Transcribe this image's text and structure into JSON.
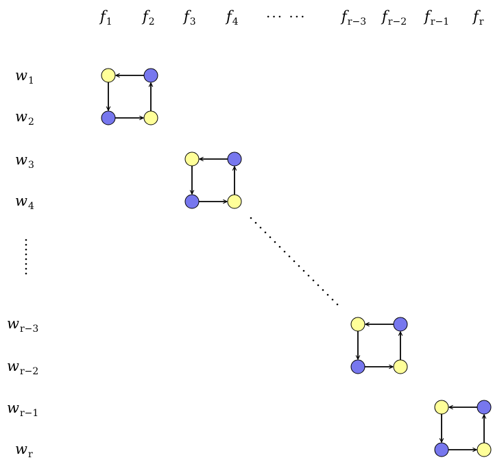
{
  "colors": {
    "yellow": "#ffff99",
    "blue": "#7777ee",
    "stroke": "#000000"
  },
  "columns": [
    {
      "base": "f",
      "sub": "1"
    },
    {
      "base": "f",
      "sub": "2"
    },
    {
      "base": "f",
      "sub": "3"
    },
    {
      "base": "f",
      "sub": "4"
    },
    {
      "base": "f",
      "sub": "r−3"
    },
    {
      "base": "f",
      "sub": "r−2"
    },
    {
      "base": "f",
      "sub": "r−1"
    },
    {
      "base": "f",
      "sub": "r"
    }
  ],
  "column_ellipsis": "··· ···",
  "rows": [
    {
      "base": "w",
      "sub": "1"
    },
    {
      "base": "w",
      "sub": "2"
    },
    {
      "base": "w",
      "sub": "3"
    },
    {
      "base": "w",
      "sub": "4"
    },
    {
      "base": "w",
      "sub": "r−3"
    },
    {
      "base": "w",
      "sub": "r−2"
    },
    {
      "base": "w",
      "sub": "r−1"
    },
    {
      "base": "w",
      "sub": "r"
    }
  ],
  "blocks": [
    {
      "rows": [
        "w1",
        "w2"
      ],
      "cols": [
        "f1",
        "f2"
      ]
    },
    {
      "rows": [
        "w3",
        "w4"
      ],
      "cols": [
        "f3",
        "f4"
      ]
    },
    {
      "rows": [
        "wr-3",
        "wr-2"
      ],
      "cols": [
        "fr-3",
        "fr-2"
      ]
    },
    {
      "rows": [
        "wr-1",
        "wr"
      ],
      "cols": [
        "fr-1",
        "fr"
      ]
    }
  ]
}
